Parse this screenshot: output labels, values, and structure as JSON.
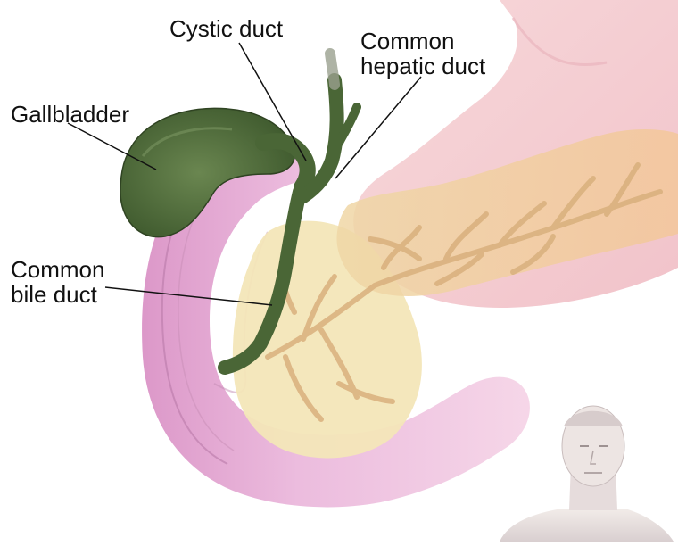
{
  "labels": {
    "cystic_duct": "Cystic duct",
    "common_hepatic_duct_line1": "Common",
    "common_hepatic_duct_line2": "hepatic duct",
    "gallbladder": "Gallbladder",
    "common_bile_duct_line1": "Common",
    "common_bile_duct_line2": "bile duct"
  },
  "colors": {
    "duct_green": "#4f6b3a",
    "gallbladder_green": "#55703f",
    "stomach_pink": "#f2c4c9",
    "duodenum_pink": "#e6aed3",
    "pancreas_yellow": "#f1e3b3",
    "pancreas_orange": "#f0c898",
    "leader_line": "#111111"
  }
}
